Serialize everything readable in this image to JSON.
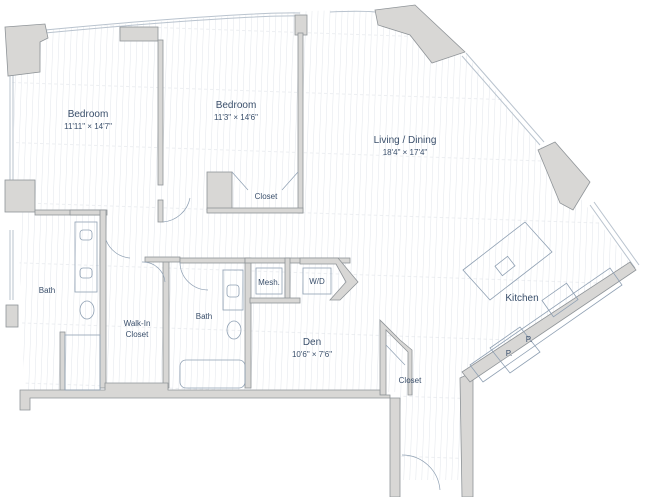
{
  "rooms": {
    "bedroom1": {
      "name": "Bedroom",
      "dims": "11'11\" × 14'7\""
    },
    "bedroom2": {
      "name": "Bedroom",
      "dims": "11'3\" × 14'6\""
    },
    "living": {
      "name": "Living / Dining",
      "dims": "18'4\" × 17'4\""
    },
    "closet_bed2": {
      "name": "Closet"
    },
    "bath1": {
      "name": "Bath"
    },
    "walkin": {
      "line1": "Walk-In",
      "line2": "Closet"
    },
    "bath2": {
      "name": "Bath"
    },
    "mesh": {
      "name": "Mesh."
    },
    "wd": {
      "name": "W/D"
    },
    "den": {
      "name": "Den",
      "dims": "10'6\" × 7'6\""
    },
    "closet_den": {
      "name": "Closet"
    },
    "kitchen": {
      "name": "Kitchen"
    },
    "pantry1": {
      "name": "P."
    },
    "pantry2": {
      "name": "P."
    }
  },
  "colors": {
    "wall": "#d8d7d5",
    "wall_stroke": "#8f9498",
    "line": "#3a4f6b",
    "floor_lines": "#d6dbe2",
    "window": "#b9c3ce"
  }
}
